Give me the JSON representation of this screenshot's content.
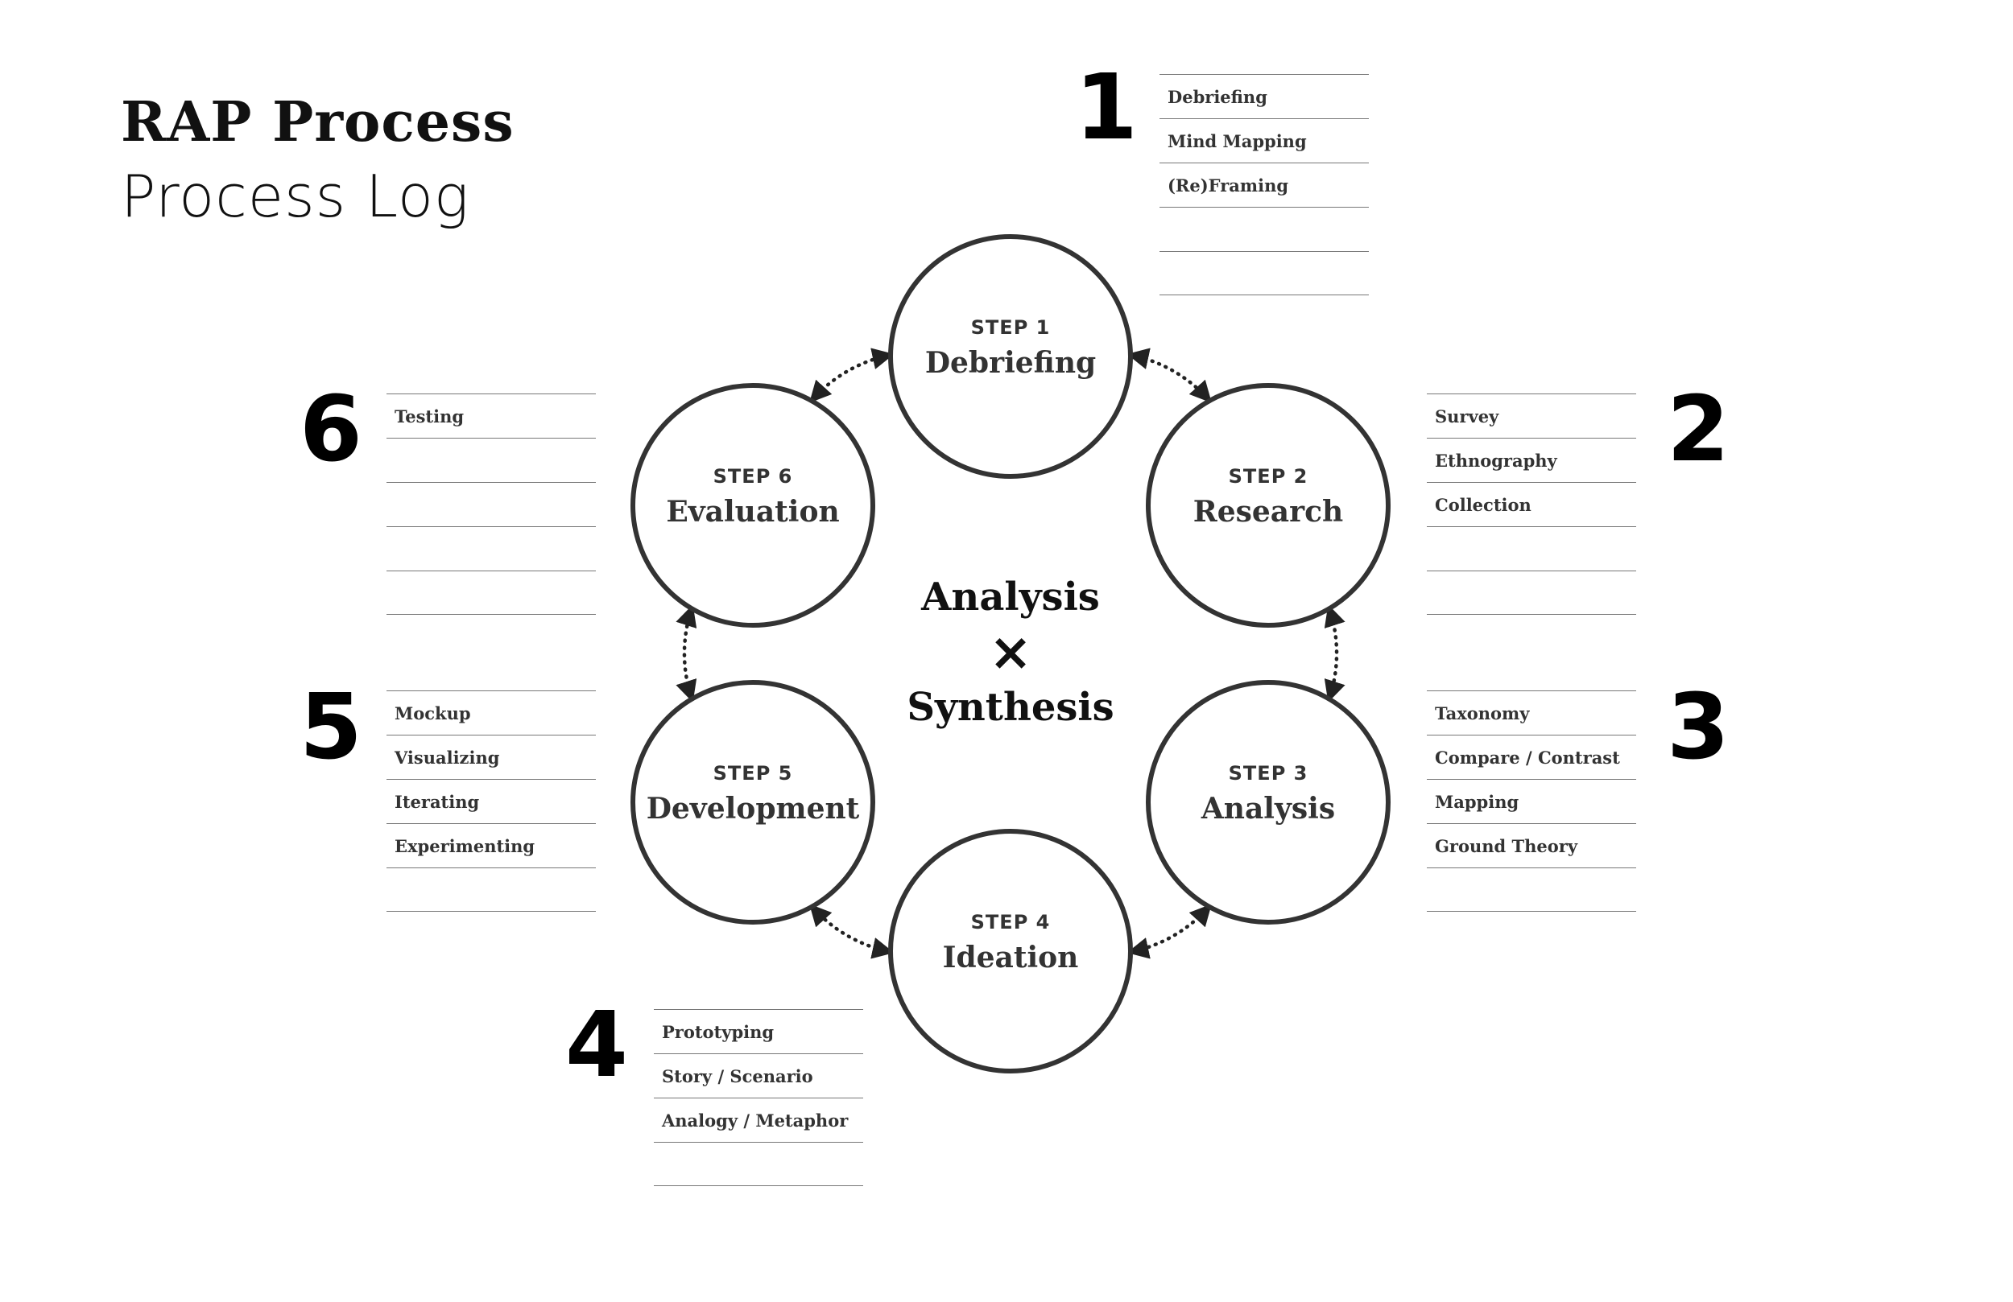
{
  "title": "RAP Process",
  "subtitle": "Process Log",
  "center": {
    "line1": "Analysis",
    "symbol": "×",
    "line2": "Synthesis"
  },
  "steps": [
    {
      "step": "STEP 1",
      "name": "Debriefing"
    },
    {
      "step": "STEP 2",
      "name": "Research"
    },
    {
      "step": "STEP 3",
      "name": "Analysis"
    },
    {
      "step": "STEP 4",
      "name": "Ideation"
    },
    {
      "step": "STEP 5",
      "name": "Development"
    },
    {
      "step": "STEP 6",
      "name": "Evaluation"
    }
  ],
  "panels": [
    {
      "number": "1",
      "items": [
        "Debriefing",
        "Mind Mapping",
        "(Re)Framing",
        "",
        ""
      ]
    },
    {
      "number": "2",
      "items": [
        "Survey",
        "Ethnography",
        "Collection",
        "",
        ""
      ]
    },
    {
      "number": "3",
      "items": [
        "Taxonomy",
        "Compare / Contrast",
        "Mapping",
        "Ground Theory",
        ""
      ]
    },
    {
      "number": "4",
      "items": [
        "Prototyping",
        "Story / Scenario",
        "Analogy / Metaphor",
        ""
      ]
    },
    {
      "number": "5",
      "items": [
        "Mockup",
        "Visualizing",
        "Iterating",
        "Experimenting",
        ""
      ]
    },
    {
      "number": "6",
      "items": [
        "Testing",
        "",
        "",
        "",
        ""
      ]
    }
  ],
  "colors": {
    "stroke": "#333333",
    "text": "#222222",
    "rule": "#777777"
  }
}
